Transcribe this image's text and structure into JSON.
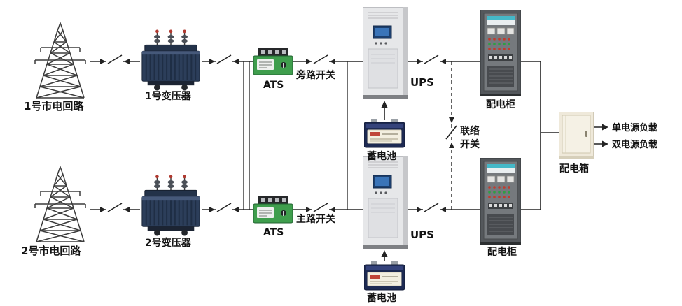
{
  "diagram": {
    "path1": {
      "circuit": "1号市电回路",
      "transformer": "1号变压器",
      "ats": "ATS",
      "switch": "旁路开关",
      "ups": "UPS",
      "battery": "蓄电池",
      "cabinet": "配电柜"
    },
    "path2": {
      "circuit": "2号市电回路",
      "transformer": "2号变压器",
      "ats": "ATS",
      "switch": "主路开关",
      "ups": "UPS",
      "battery": "蓄电池",
      "cabinet": "配电柜"
    },
    "tie_switch": {
      "line1": "联络",
      "line2": "开关"
    },
    "distribution_box": "配电箱",
    "loads": {
      "single": "单电源负载",
      "dual": "双电源负载"
    },
    "colors": {
      "wire": "#232323",
      "ats_body": "#3f9e4d",
      "battery_body": "#1d2a52",
      "cabinet_accent": "#45b8c8",
      "ups_screen": "#1c3f6e",
      "transformer_body": "#2c3e5a",
      "distribution_box_body": "#efe9da"
    }
  }
}
